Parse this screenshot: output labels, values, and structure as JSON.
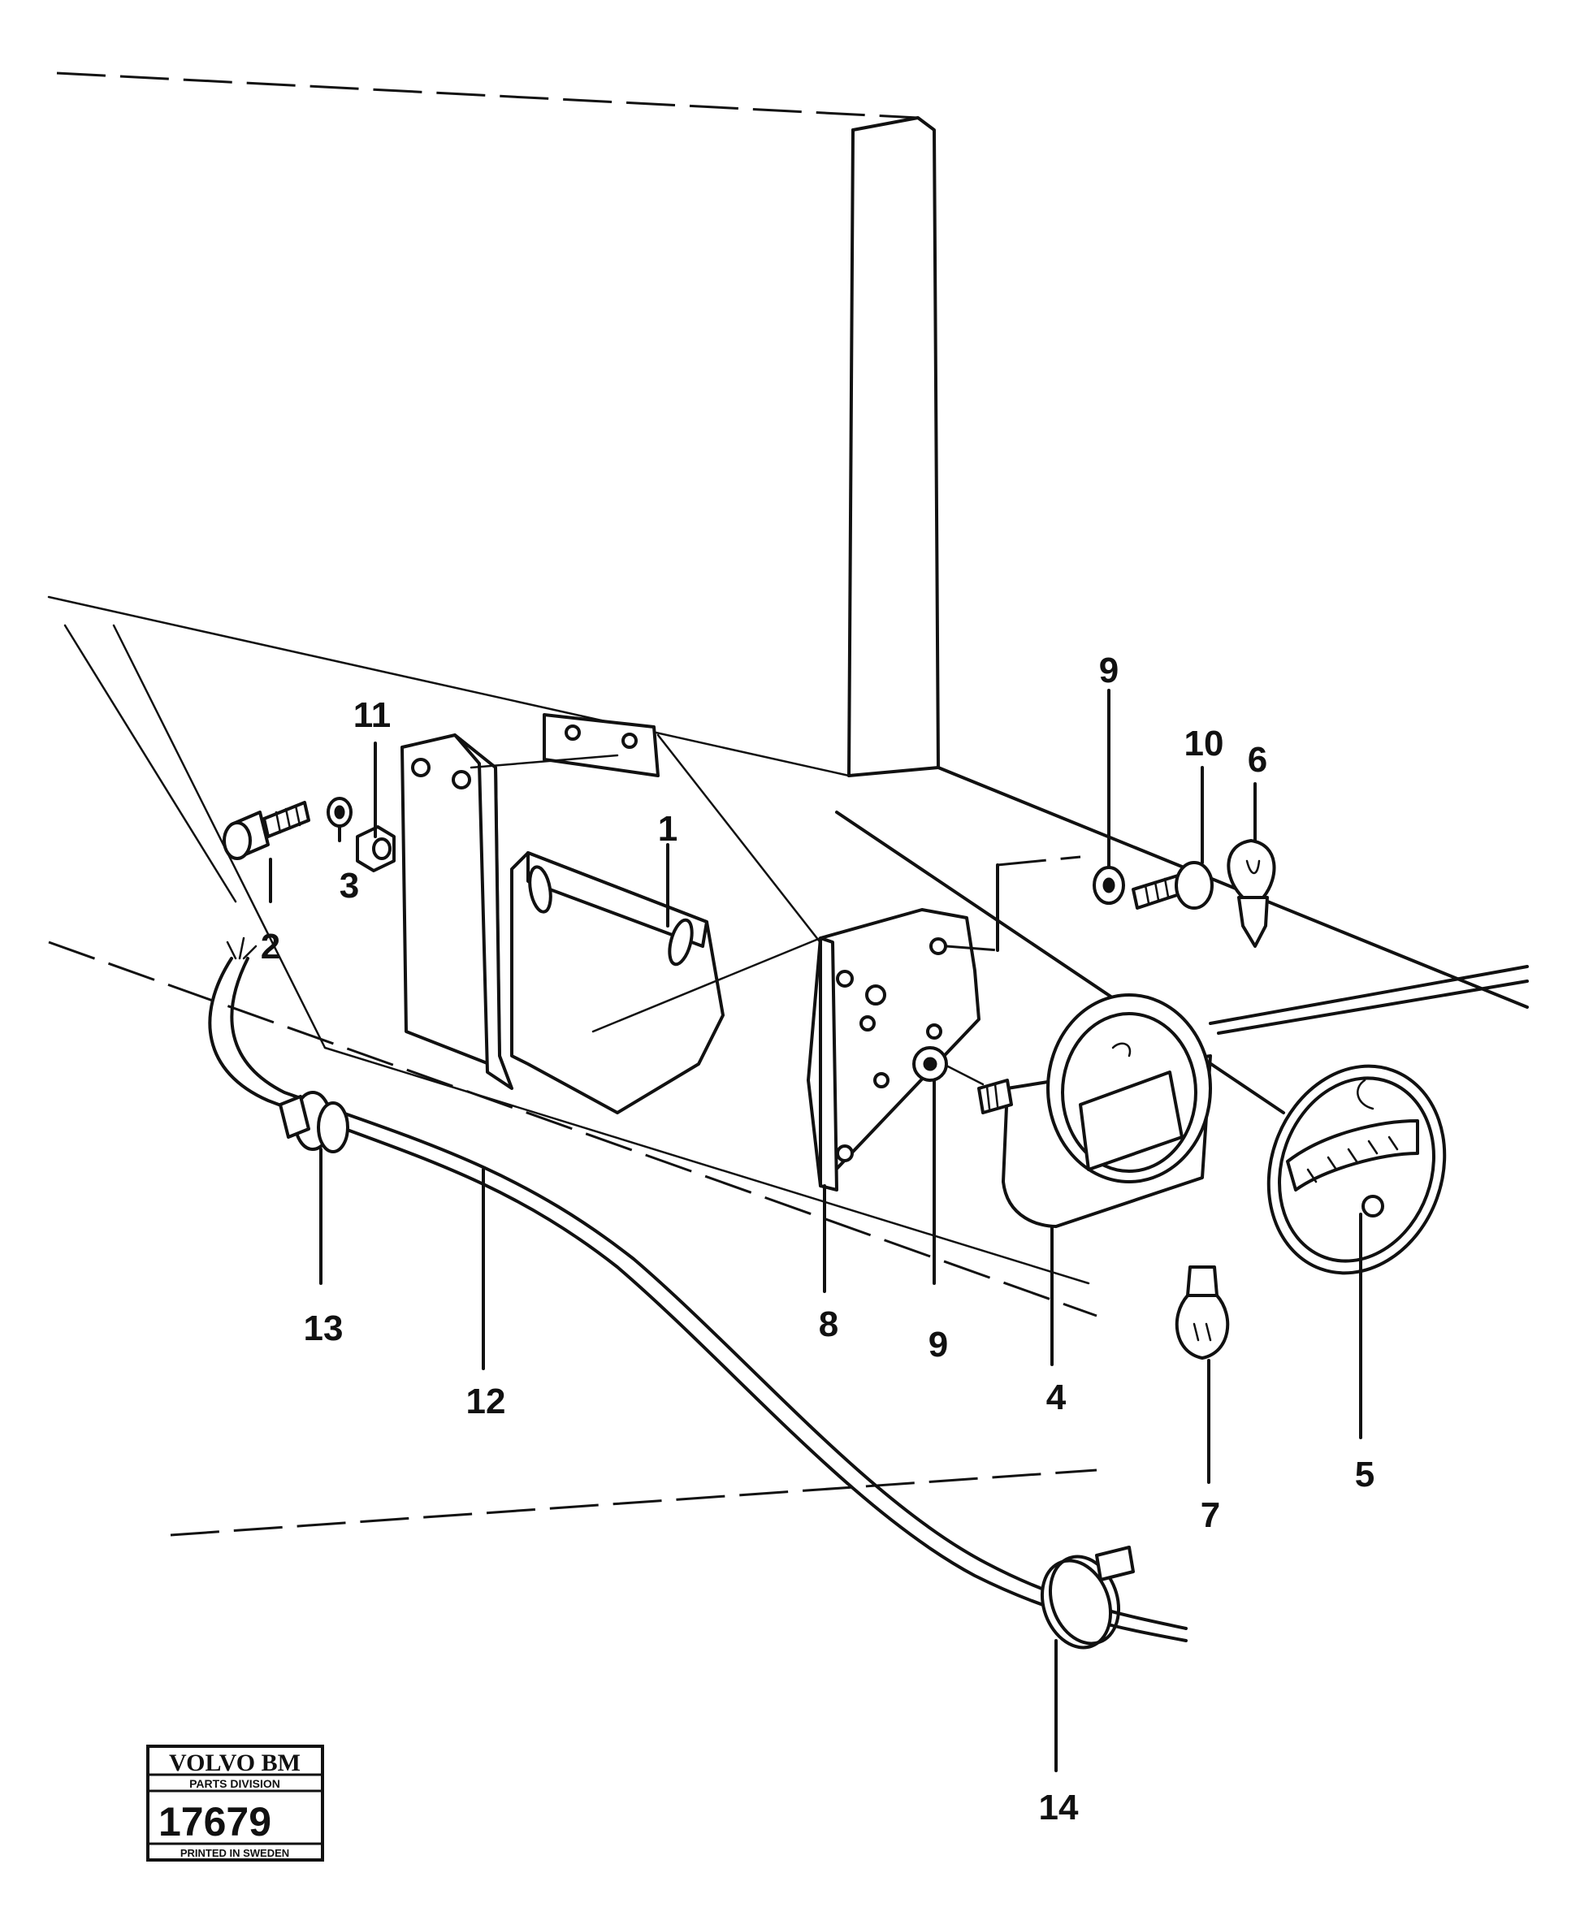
{
  "callouts": {
    "c1": "1",
    "c2": "2",
    "c3": "3",
    "c4": "4",
    "c5": "5",
    "c6": "6",
    "c7": "7",
    "c8": "8",
    "c9a": "9",
    "c9b": "9",
    "c10": "10",
    "c11": "11",
    "c12": "12",
    "c13": "13",
    "c14": "14"
  },
  "stamp": {
    "brand": "VOLVO BM",
    "division": "PARTS DIVISION",
    "number": "17679",
    "footer": "PRINTED IN SWEDEN"
  }
}
